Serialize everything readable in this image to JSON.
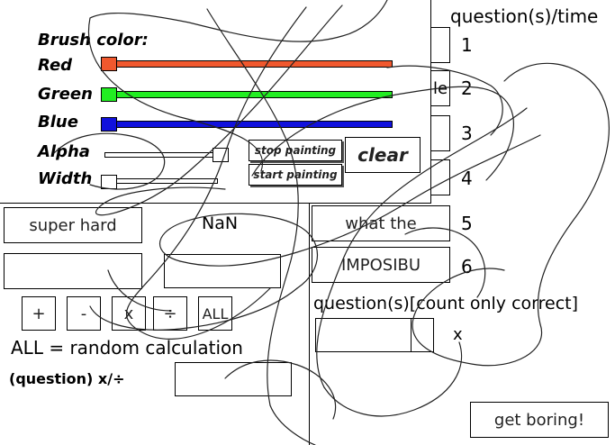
{
  "brush": {
    "heading": "Brush color:",
    "red": {
      "label": "Red",
      "color": "#f0582e",
      "value": 0
    },
    "green": {
      "label": "Green",
      "color": "#22ee22",
      "value": 0
    },
    "blue": {
      "label": "Blue",
      "color": "#1111dd",
      "value": 0
    },
    "alpha_label": "Alpha",
    "width_label": "Width",
    "stop_label": "stop painting",
    "start_label": "start painting",
    "clear_label": "clear"
  },
  "questions": {
    "title": "question(s)/time",
    "items": [
      {
        "number": "1",
        "box": ""
      },
      {
        "number": "2",
        "box": "le"
      },
      {
        "number": "3",
        "box": ""
      },
      {
        "number": "4",
        "box": ""
      },
      {
        "number": "5",
        "box": "what the"
      },
      {
        "number": "6",
        "box": "IMPOSIBU"
      }
    ],
    "count_label": "question(s)[count only correct]",
    "count_x": "x"
  },
  "calc": {
    "difficulty_label": "super hard",
    "result": "NaN",
    "ops": {
      "plus": "+",
      "minus": "-",
      "times": "x",
      "divide": "÷",
      "all": "ALL"
    },
    "all_note": "ALL = random calculation",
    "question_label": "(question) x/÷"
  },
  "boring_label": "get boring!"
}
